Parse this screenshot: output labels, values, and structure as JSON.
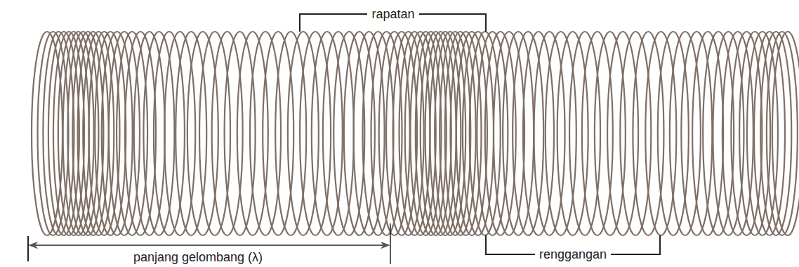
{
  "diagram": {
    "labels": [
      "rapatan",
      "panjang gelombang (λ)",
      "renggangan"
    ]
  }
}
